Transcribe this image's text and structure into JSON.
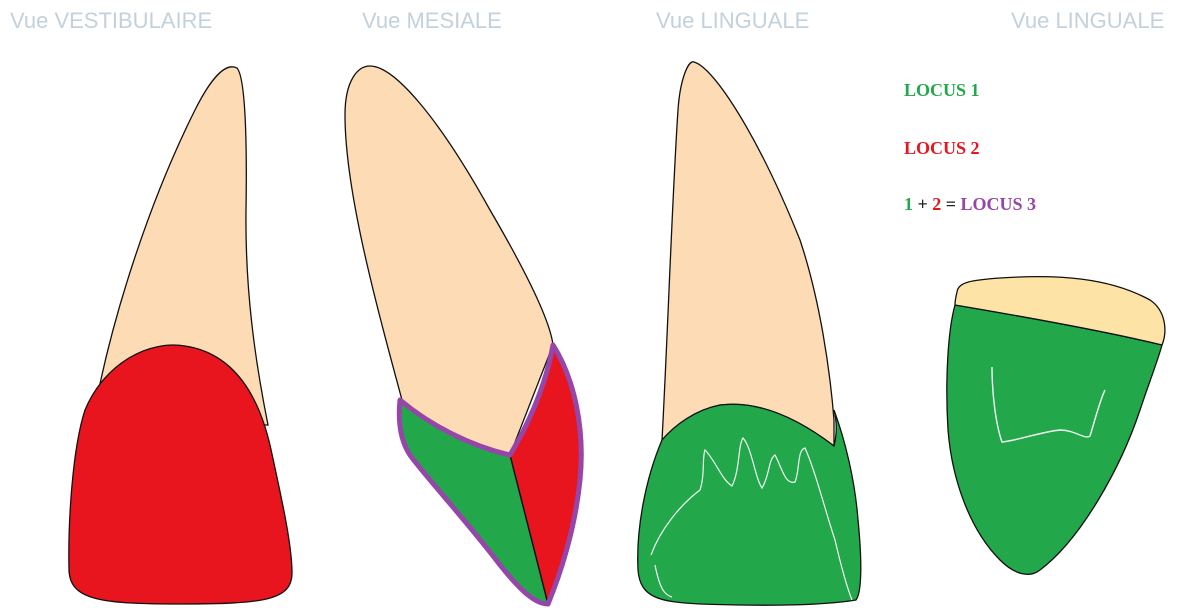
{
  "views": [
    {
      "title": "Vue VESTIBULAIRE"
    },
    {
      "title": "Vue MESIALE"
    },
    {
      "title": "Vue LINGUALE"
    },
    {
      "title": "Vue LINGUALE"
    }
  ],
  "legend": {
    "locus1": "LOCUS 1",
    "locus2": "LOCUS 2",
    "combo": {
      "one": "1",
      "plus": " + ",
      "two": "2",
      "equals": " = ",
      "result": "LOCUS 3"
    }
  },
  "colors": {
    "root": "#fddbb4",
    "locus1": "#22a84a",
    "locus2": "#e8151e",
    "locus3": "#9646a9",
    "edge_strip": "#fde3a6",
    "title": "#c3d1dc"
  }
}
